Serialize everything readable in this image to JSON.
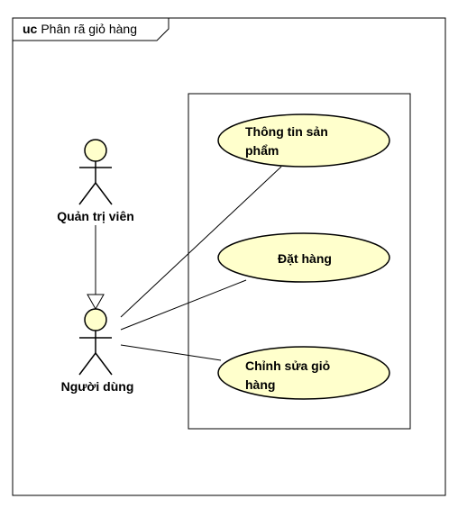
{
  "diagram": {
    "frame": {
      "keyword": "uc",
      "name": "Phân rã giỏ hàng"
    },
    "colors": {
      "usecase_fill": "#ffffcc",
      "actor_fill": "#ffffcc",
      "stroke": "#000000",
      "background": "#ffffff"
    },
    "actors": [
      {
        "id": "admin",
        "label": "Quản trị viên"
      },
      {
        "id": "user",
        "label": "Người dùng"
      }
    ],
    "usecases": [
      {
        "id": "uc1",
        "lines": [
          "Thông tin sản",
          "phẩm"
        ]
      },
      {
        "id": "uc2",
        "lines": [
          "Đặt hàng"
        ]
      },
      {
        "id": "uc3",
        "lines": [
          "Chỉnh sửa giỏ",
          "hàng"
        ]
      }
    ],
    "relations": [
      {
        "type": "generalization",
        "from": "admin",
        "to": "user"
      },
      {
        "type": "association",
        "from": "user",
        "to": "uc1"
      },
      {
        "type": "association",
        "from": "user",
        "to": "uc2"
      },
      {
        "type": "association",
        "from": "user",
        "to": "uc3"
      }
    ]
  }
}
